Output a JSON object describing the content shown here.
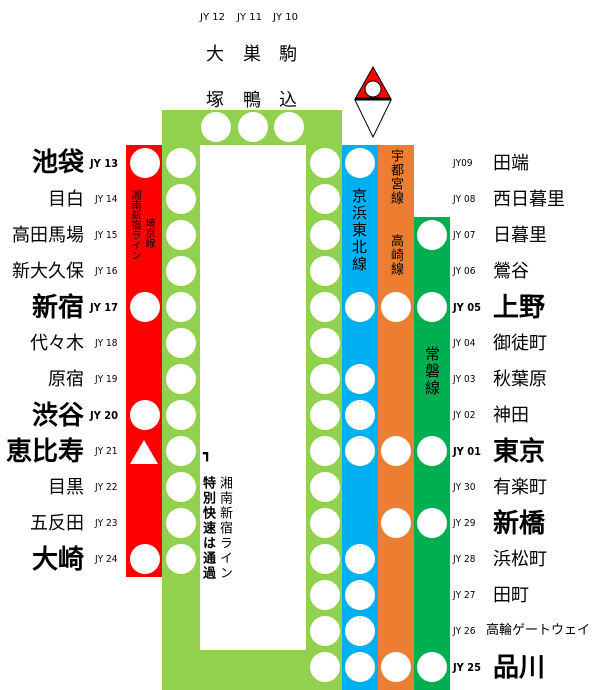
{
  "colors": {
    "saikyo_shonan": "#ff0000",
    "yamanote": "#92d050",
    "keihin_tohoku": "#00b0f0",
    "utsunomiya_takasaki": "#ed7d31",
    "joban": "#00b050",
    "stop": "#ffffff",
    "logo_red": "#ff0000"
  },
  "top_stations": [
    {
      "code": "JY 12",
      "name_1": "大",
      "name_2": "塚"
    },
    {
      "code": "JY 11",
      "name_1": "巣",
      "name_2": "鴨"
    },
    {
      "code": "JY 10",
      "name_1": "駒",
      "name_2": "込"
    }
  ],
  "left_stations": [
    {
      "code": "JY 13",
      "name": "池袋",
      "major": true
    },
    {
      "code": "JY 14",
      "name": "目白",
      "major": false
    },
    {
      "code": "JY 15",
      "name": "高田馬場",
      "major": false
    },
    {
      "code": "JY 16",
      "name": "新大久保",
      "major": false
    },
    {
      "code": "JY 17",
      "name": "新宿",
      "major": true
    },
    {
      "code": "JY 18",
      "name": "代々木",
      "major": false
    },
    {
      "code": "JY 19",
      "name": "原宿",
      "major": false
    },
    {
      "code": "JY 20",
      "name": "渋谷",
      "major": true
    },
    {
      "code": "JY 21",
      "name": "恵比寿",
      "major": true
    },
    {
      "code": "JY 22",
      "name": "目黒",
      "major": false
    },
    {
      "code": "JY 23",
      "name": "五反田",
      "major": false
    },
    {
      "code": "JY 24",
      "name": "大崎",
      "major": true
    }
  ],
  "right_stations": [
    {
      "code": "JY09",
      "name": "田端",
      "major": false
    },
    {
      "code": "JY 08",
      "name": "西日暮里",
      "major": false
    },
    {
      "code": "JY 07",
      "name": "日暮里",
      "major": false
    },
    {
      "code": "JY 06",
      "name": "鶯谷",
      "major": false
    },
    {
      "code": "JY 05",
      "name": "上野",
      "major": true
    },
    {
      "code": "JY 04",
      "name": "御徒町",
      "major": false
    },
    {
      "code": "JY 03",
      "name": "秋葉原",
      "major": false
    },
    {
      "code": "JY 02",
      "name": "神田",
      "major": false
    },
    {
      "code": "JY 01",
      "name": "東京",
      "major": true
    },
    {
      "code": "JY 30",
      "name": "有楽町",
      "major": false
    },
    {
      "code": "JY 29",
      "name": "新橋",
      "major": true
    },
    {
      "code": "JY 28",
      "name": "浜松町",
      "major": false
    },
    {
      "code": "JY 27",
      "name": "田町",
      "major": false
    },
    {
      "code": "JY 26",
      "name": "高輪ゲートウェイ",
      "major": false
    },
    {
      "code": "JY 25",
      "name": "品川",
      "major": true
    }
  ],
  "lines": {
    "saikyo_shonan": {
      "label_1": "湘南新宿ライン",
      "label_2": "埼京線"
    },
    "keihin_tohoku": {
      "label": "京浜東北線"
    },
    "utsunomiya_takasaki": {
      "label_1": "宇都宮線",
      "label_2": "高崎線"
    },
    "joban": {
      "label": "常磐線"
    }
  },
  "note": {
    "mark": "┓",
    "special_rapid": "特別快速は通過",
    "shonan_shinjuku": "湘南新宿ライン"
  },
  "legend_icon": "jr-direction-marker-icon"
}
